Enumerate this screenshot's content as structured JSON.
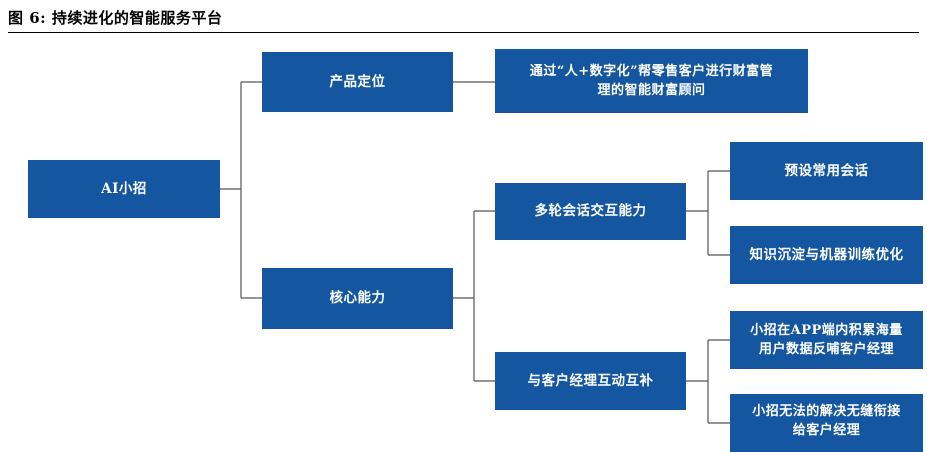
{
  "figure": {
    "title": "图  6:  持续进化的智能服务平台"
  },
  "nodes": {
    "root": "AI小招",
    "positioning": "产品定位",
    "positioning_desc_line1": "通过“人+数字化”帮零售客户进行财富管",
    "positioning_desc_line2": "理的智能财富顾问",
    "core": "核心能力",
    "multi_turn": "多轮会话交互能力",
    "preset": "预设常用会话",
    "knowledge": "知识沉淀与机器训练优化",
    "mutual": "与客户经理互动互补",
    "accumulate_line1": "小招在APP端内积累海量",
    "accumulate_line2": "用户数据反哺客户经理",
    "solve_line1": "小招无法的解决无缝衔接",
    "solve_line2": "给客户经理"
  },
  "colors": {
    "node_fill": "#1456a0",
    "node_text": "#ffffff",
    "connector": "#555555"
  }
}
